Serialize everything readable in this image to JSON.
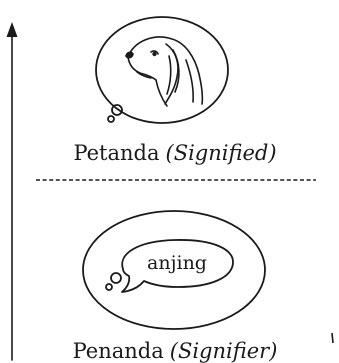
{
  "signified": {
    "term": "Petanda",
    "gloss": "(Signified)",
    "image_icon": "dog-head-icon"
  },
  "signifier": {
    "term": "Penanda",
    "gloss": "(Signifier)",
    "word": "anjing"
  },
  "divider": {
    "style": "dashed"
  },
  "arrow": {
    "direction": "up"
  },
  "colors": {
    "ink": "#1a1a1a",
    "background": "#ffffff"
  }
}
